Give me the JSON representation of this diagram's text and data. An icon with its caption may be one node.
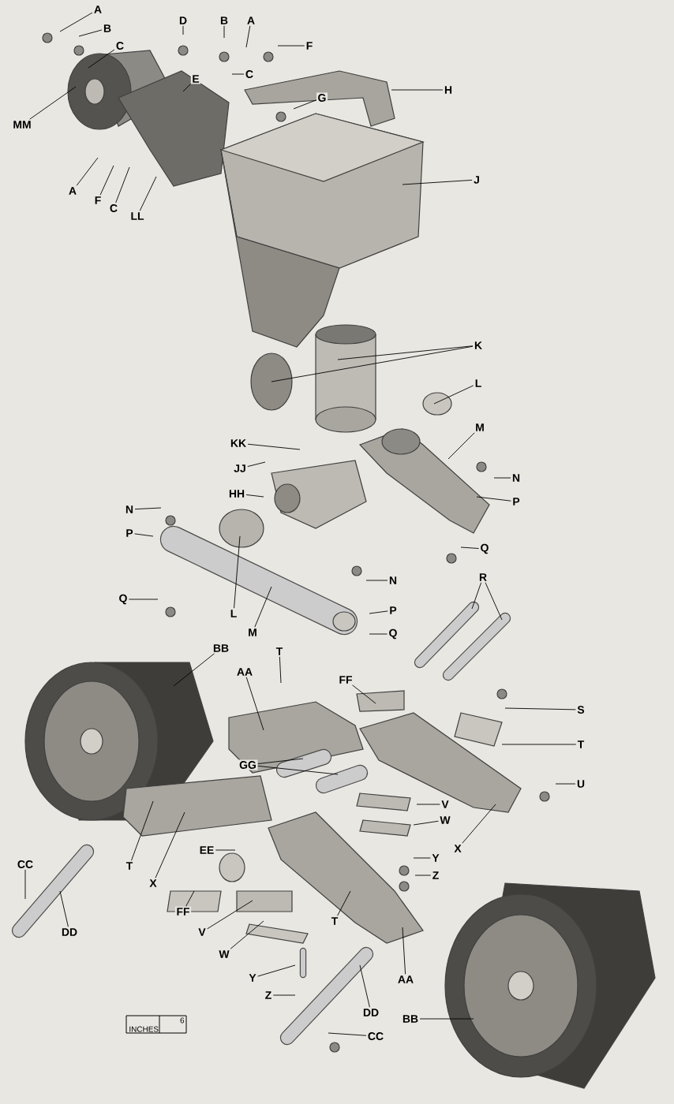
{
  "diagram": {
    "nodes": [
      {
        "text": [
          "A"
        ]
      },
      {
        "text": [
          "B"
        ]
      },
      {
        "text": [
          "C"
        ]
      },
      {
        "text": [
          "D"
        ]
      },
      {
        "text": [
          "E"
        ]
      },
      {
        "text": [
          "B"
        ]
      },
      {
        "text": [
          "A"
        ]
      },
      {
        "text": [
          "F"
        ]
      },
      {
        "text": [
          "C"
        ]
      },
      {
        "text": [
          "H"
        ]
      },
      {
        "text": [
          "G"
        ]
      },
      {
        "text": [
          "MM"
        ]
      },
      {
        "text": [
          "J"
        ]
      },
      {
        "text": [
          "A"
        ]
      },
      {
        "text": [
          "F"
        ]
      },
      {
        "text": [
          "C"
        ]
      },
      {
        "text": [
          "LL"
        ]
      },
      {
        "text": [
          "K"
        ]
      },
      {
        "text": [
          "L"
        ]
      },
      {
        "text": [
          "M"
        ]
      },
      {
        "text": [
          "KK"
        ]
      },
      {
        "text": [
          "JJ"
        ]
      },
      {
        "text": [
          "HH"
        ]
      },
      {
        "text": [
          "N"
        ]
      },
      {
        "text": [
          "P"
        ]
      },
      {
        "text": [
          "N"
        ]
      },
      {
        "text": [
          "P"
        ]
      },
      {
        "text": [
          "Q"
        ]
      },
      {
        "text": [
          "N"
        ]
      },
      {
        "text": [
          "P"
        ]
      },
      {
        "text": [
          "Q"
        ]
      },
      {
        "text": [
          "L"
        ]
      },
      {
        "text": [
          "M"
        ]
      },
      {
        "text": [
          "R"
        ]
      },
      {
        "text": [
          "BB"
        ]
      },
      {
        "text": [
          "T"
        ]
      },
      {
        "text": [
          "Q"
        ]
      },
      {
        "text": [
          "AA"
        ]
      },
      {
        "text": [
          "FF"
        ]
      },
      {
        "text": [
          "S"
        ]
      },
      {
        "text": [
          "T"
        ]
      },
      {
        "text": [
          "GG"
        ]
      },
      {
        "text": [
          "U"
        ]
      },
      {
        "text": [
          "V"
        ]
      },
      {
        "text": [
          "W"
        ]
      },
      {
        "text": [
          "X"
        ]
      },
      {
        "text": [
          "Y"
        ]
      },
      {
        "text": [
          "Z"
        ]
      },
      {
        "text": [
          "T"
        ]
      },
      {
        "text": [
          "X"
        ]
      },
      {
        "text": [
          "EE"
        ]
      },
      {
        "text": [
          "CC"
        ]
      },
      {
        "text": [
          "DD"
        ]
      },
      {
        "text": [
          "FF"
        ]
      },
      {
        "text": [
          "V"
        ]
      },
      {
        "text": [
          "W"
        ]
      },
      {
        "text": [
          "T"
        ]
      },
      {
        "text": [
          "AA"
        ]
      },
      {
        "text": [
          "Y"
        ]
      },
      {
        "text": [
          "Z"
        ]
      },
      {
        "text": [
          "DD"
        ]
      },
      {
        "text": [
          "BB"
        ]
      },
      {
        "text": [
          "CC"
        ]
      }
    ],
    "edges": [
      {
        "from": 0,
        "to": null,
        "arrow": "none"
      },
      {
        "from": 1,
        "to": null,
        "arrow": "none"
      },
      {
        "from": 2,
        "to": null,
        "arrow": "none"
      },
      {
        "from": 3,
        "to": null,
        "arrow": "none"
      },
      {
        "from": 4,
        "to": null,
        "arrow": "none"
      },
      {
        "from": 5,
        "to": null,
        "arrow": "none"
      },
      {
        "from": 6,
        "to": null,
        "arrow": "none"
      },
      {
        "from": 7,
        "to": null,
        "arrow": "none"
      },
      {
        "from": 8,
        "to": null,
        "arrow": "none"
      },
      {
        "from": 9,
        "to": null,
        "arrow": "none"
      },
      {
        "from": 10,
        "to": null,
        "arrow": "none"
      },
      {
        "from": 11,
        "to": null,
        "arrow": "none"
      },
      {
        "from": 12,
        "to": null,
        "arrow": "none"
      },
      {
        "from": 13,
        "to": null,
        "arrow": "none"
      },
      {
        "from": 14,
        "to": null,
        "arrow": "none"
      },
      {
        "from": 15,
        "to": null,
        "arrow": "none"
      },
      {
        "from": 16,
        "to": null,
        "arrow": "none"
      },
      {
        "from": 17,
        "to": null,
        "arrow": "none"
      },
      {
        "from": 17,
        "to": null,
        "arrow": "none"
      },
      {
        "from": 18,
        "to": null,
        "arrow": "none"
      },
      {
        "from": 19,
        "to": null,
        "arrow": "none"
      },
      {
        "from": 20,
        "to": null,
        "arrow": "none"
      },
      {
        "from": 21,
        "to": null,
        "arrow": "none"
      },
      {
        "from": 22,
        "to": null,
        "arrow": "none"
      },
      {
        "from": 23,
        "to": null,
        "arrow": "none"
      },
      {
        "from": 24,
        "to": null,
        "arrow": "none"
      },
      {
        "from": 25,
        "to": null,
        "arrow": "none"
      },
      {
        "from": 26,
        "to": null,
        "arrow": "none"
      },
      {
        "from": 27,
        "to": null,
        "arrow": "none"
      },
      {
        "from": 28,
        "to": null,
        "arrow": "none"
      },
      {
        "from": 29,
        "to": null,
        "arrow": "none"
      },
      {
        "from": 30,
        "to": null,
        "arrow": "none"
      },
      {
        "from": 31,
        "to": null,
        "arrow": "none"
      },
      {
        "from": 32,
        "to": null,
        "arrow": "none"
      },
      {
        "from": 33,
        "to": null,
        "arrow": "none"
      },
      {
        "from": 33,
        "to": null,
        "arrow": "none"
      },
      {
        "from": 34,
        "to": null,
        "arrow": "none"
      },
      {
        "from": 35,
        "to": null,
        "arrow": "none"
      },
      {
        "from": 36,
        "to": null,
        "arrow": "none"
      },
      {
        "from": 37,
        "to": null,
        "arrow": "none"
      },
      {
        "from": 38,
        "to": null,
        "arrow": "none"
      },
      {
        "from": 39,
        "to": null,
        "arrow": "none"
      },
      {
        "from": 40,
        "to": null,
        "arrow": "none"
      },
      {
        "from": 41,
        "to": null,
        "arrow": "none"
      },
      {
        "from": 41,
        "to": null,
        "arrow": "none"
      },
      {
        "from": 42,
        "to": null,
        "arrow": "none"
      },
      {
        "from": 43,
        "to": null,
        "arrow": "none"
      },
      {
        "from": 44,
        "to": null,
        "arrow": "none"
      },
      {
        "from": 45,
        "to": null,
        "arrow": "none"
      },
      {
        "from": 46,
        "to": null,
        "arrow": "none"
      },
      {
        "from": 47,
        "to": null,
        "arrow": "none"
      },
      {
        "from": 48,
        "to": null,
        "arrow": "none"
      },
      {
        "from": 49,
        "to": null,
        "arrow": "none"
      },
      {
        "from": 50,
        "to": null,
        "arrow": "none"
      },
      {
        "from": 51,
        "to": null,
        "arrow": "none"
      },
      {
        "from": 52,
        "to": null,
        "arrow": "none"
      },
      {
        "from": 53,
        "to": null,
        "arrow": "none"
      },
      {
        "from": 54,
        "to": null,
        "arrow": "none"
      },
      {
        "from": 55,
        "to": null,
        "arrow": "none"
      },
      {
        "from": 56,
        "to": null,
        "arrow": "none"
      },
      {
        "from": 57,
        "to": null,
        "arrow": "none"
      },
      {
        "from": 58,
        "to": null,
        "arrow": "none"
      },
      {
        "from": 59,
        "to": null,
        "arrow": "none"
      },
      {
        "from": 60,
        "to": null,
        "arrow": "none"
      },
      {
        "from": 61,
        "to": null,
        "arrow": "none"
      },
      {
        "from": 62,
        "to": null,
        "arrow": "none"
      }
    ],
    "labels": [
      "INCHES",
      "6"
    ]
  }
}
